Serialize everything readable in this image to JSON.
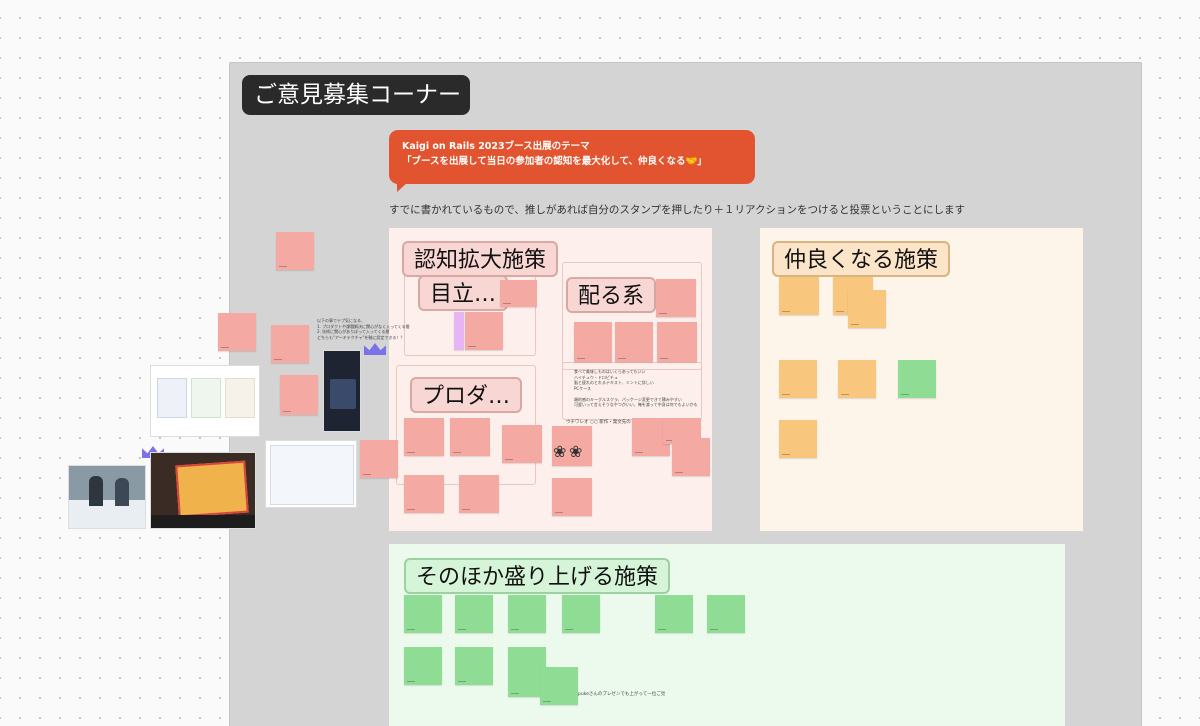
{
  "board": {
    "title": "ご意見募集コーナー",
    "theme_line1": "Kaigi on Rails 2023ブース出展のテーマ",
    "theme_line2": "「ブースを出展して当日の参加者の認知を最大化して、仲良くなる🤝」",
    "instruction": "すでに書かれているもので、推しがあれば自分のスタンプを押したり＋１リアクションをつけると投票ということにします"
  },
  "sections": {
    "awareness": "認知拡大施策",
    "stand_out": "目立…",
    "distribute": "配る系",
    "product": "プロダ…",
    "friendly": "仲良くなる施策",
    "other": "そのほか盛り上げる施策"
  },
  "notes_text": {
    "eat": "食べて美味しものはいくらあってもいい\nハイチュウ・ドロピチュ\n脳と疲れのとれるテキスト、ミントに詳しい\nPCケース\n\n端的感のキーグルスクラ、パッケージ変更できて積みやすい\n可愛いって言えそうなやつがいい、俺を渡って中身は何でもよいかも",
    "towel": "ウチワレオ ○○ 新作・発文先の",
    "people": "以下の事でテプ気になる、\n1. プロダクトや課題解決に関心がなく入ってくる層\n2. 技術に関心がありぼって入ってくる層\nどちらも\"アーキテクチャ\"を軸に設定できる！？",
    "other_bottom": "pukeさんのプレゼンでも上がって一位ご見"
  },
  "palette": {
    "frame": "#d4d4d4",
    "title_bg": "#2a2a2a",
    "theme_bubble": "#e2542f",
    "pink_note": "#f4a9a2",
    "orange_note": "#f8c67c",
    "green_note": "#8fdd94"
  }
}
